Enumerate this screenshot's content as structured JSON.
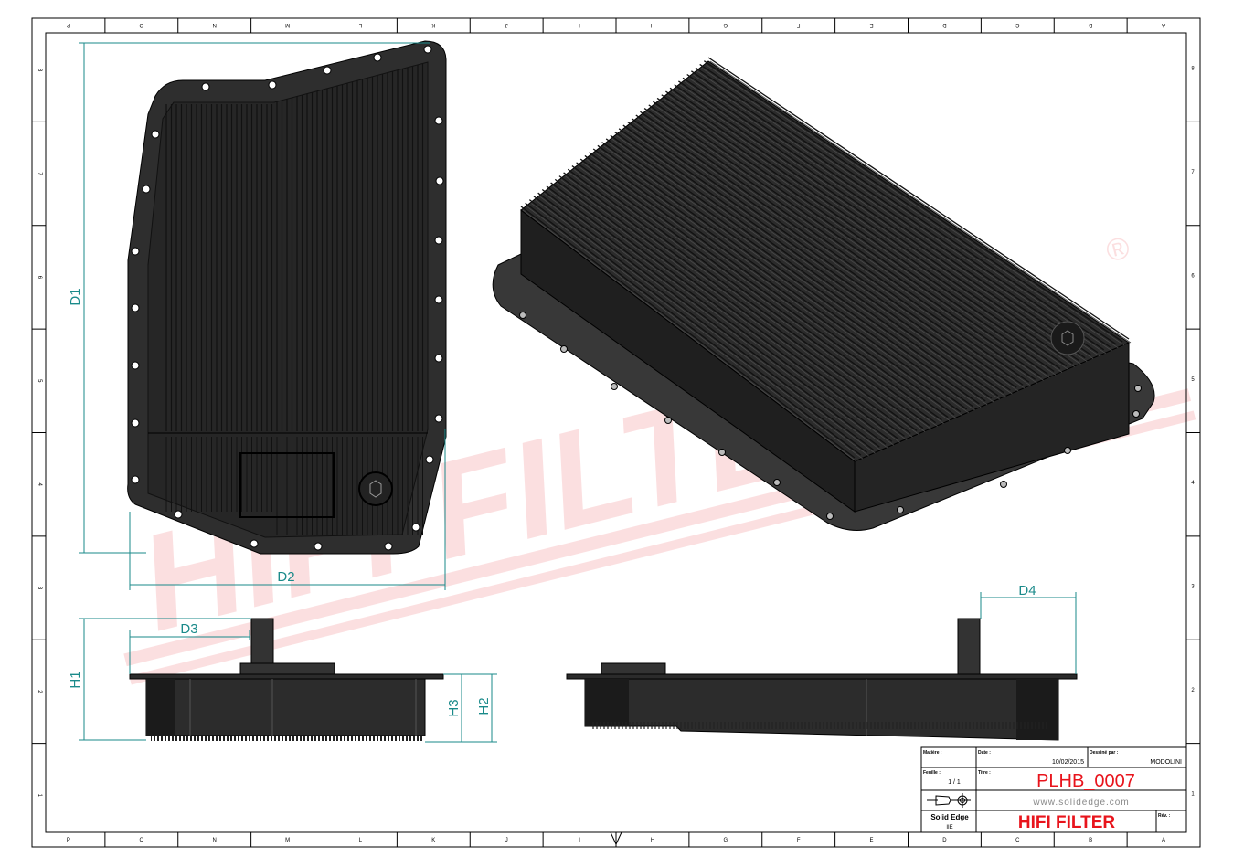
{
  "sheet": {
    "top_zones": [
      "P",
      "O",
      "N",
      "M",
      "L",
      "K",
      "J",
      "I",
      "H",
      "G",
      "F",
      "E",
      "D",
      "C",
      "B",
      "A"
    ],
    "bottom_zones": [
      "P",
      "O",
      "N",
      "M",
      "L",
      "K",
      "J",
      "I",
      "H",
      "G",
      "F",
      "E",
      "D",
      "C",
      "B",
      "A"
    ],
    "side_zones": [
      "8",
      "7",
      "6",
      "5",
      "4",
      "3",
      "2",
      "1"
    ]
  },
  "watermark": {
    "text": "HIFI FILTER",
    "mark": "®"
  },
  "dimensions": {
    "d1": "D1",
    "d2": "D2",
    "d3": "D3",
    "d4": "D4",
    "h1": "H1",
    "h2": "H2",
    "h3": "H3"
  },
  "title_block": {
    "material_label": "Matière :",
    "date_label": "Date :",
    "date_value": "10/02/2015",
    "drawn_by_label": "Dessiné par :",
    "drawn_by_value": "MODOLINI",
    "sheet_label": "Feuille :",
    "sheet_value": "1 / 1",
    "title_label": "Titre :",
    "title_value": "PLHB_0007",
    "website": "www.solidedge.com",
    "software": "Solid Edge",
    "software_sub": "IIE",
    "company": "HIFI FILTER",
    "rev_label": "Rév. :"
  },
  "colors": {
    "dimension": "#1a8a8a",
    "title_red": "#e8141c",
    "part": "#2b2b2b"
  }
}
